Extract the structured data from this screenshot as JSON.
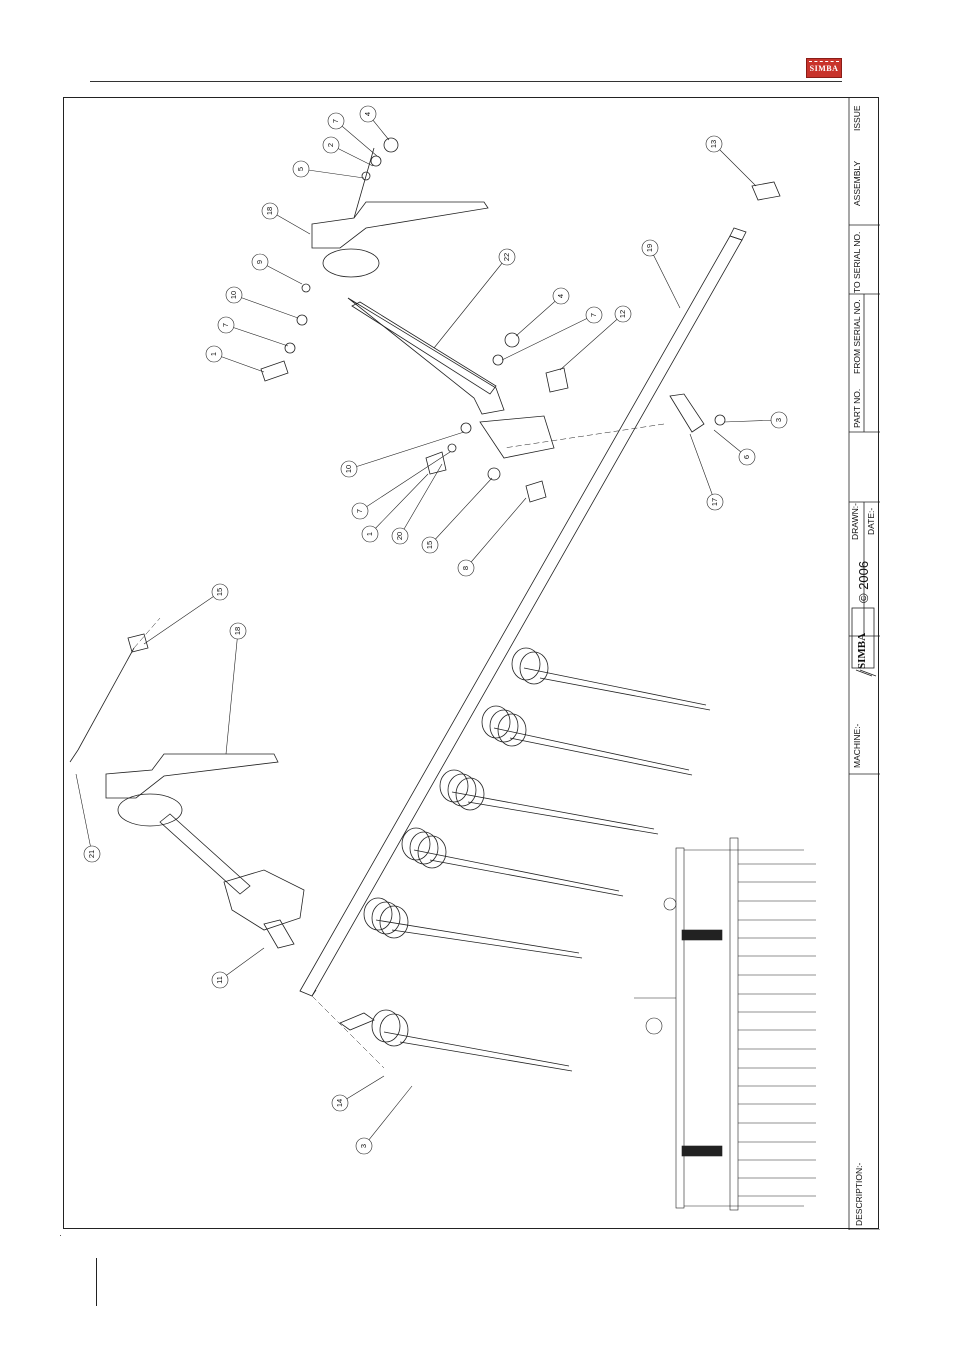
{
  "header": {
    "logo_text": "SIMBA"
  },
  "title_block": {
    "issue_label": "ISSUE",
    "assembly_label": "ASSEMBLY",
    "to_serial_label": "TO SERIAL NO.",
    "from_serial_label": "FROM SERIAL NO.",
    "part_no_label": "PART NO.",
    "drawn_label": "DRAWN:-",
    "date_label": "DATE:-",
    "copyright": "© 2006",
    "brand": "SIMBA",
    "machine_label": "MACHINE:-",
    "description_label": "DESCRIPTION:-"
  },
  "part_balloons": [
    "4",
    "7",
    "2",
    "5",
    "18",
    "9",
    "10",
    "7",
    "1",
    "22",
    "4",
    "7",
    "12",
    "13",
    "19",
    "3",
    "6",
    "17",
    "10",
    "7",
    "1",
    "20",
    "15",
    "8",
    "15",
    "18",
    "21",
    "11",
    "14",
    "3"
  ],
  "colors": {
    "brand_red": "#c8332b",
    "line": "#222222"
  }
}
